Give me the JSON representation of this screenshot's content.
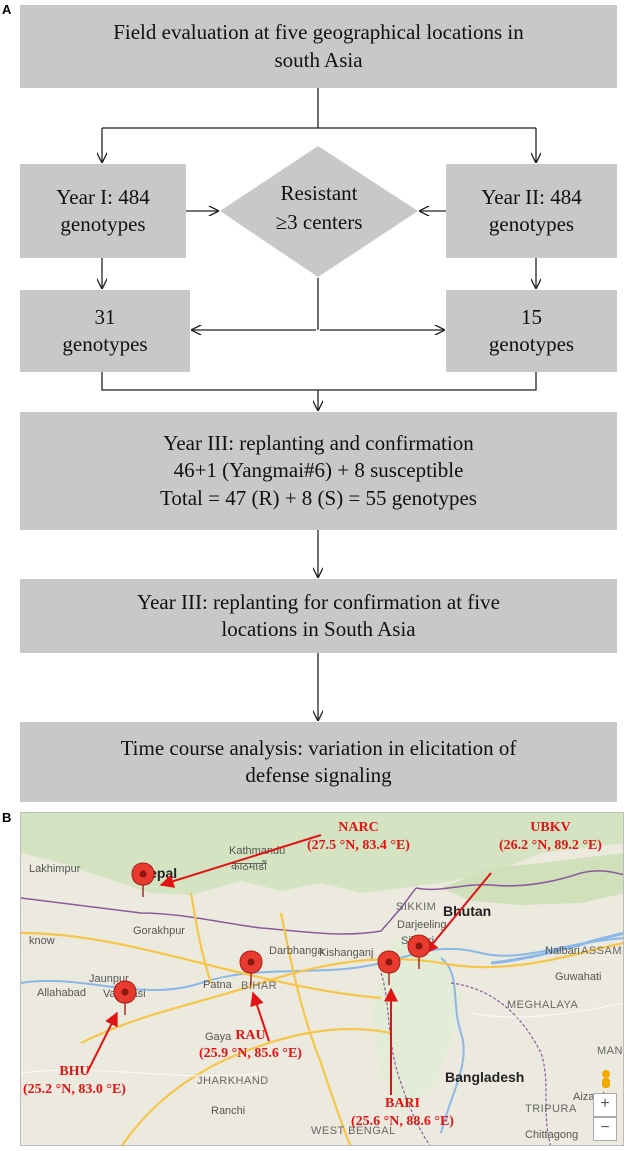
{
  "panel_a_label": "A",
  "panel_b_label": "B",
  "flow": {
    "top_box": [
      "Field evaluation at five geographical  locations in",
      "south Asia"
    ],
    "year1_box": [
      "Year I: 484",
      "genotypes"
    ],
    "year2_box": [
      "Year II: 484",
      "genotypes"
    ],
    "diamond": [
      "Resistant",
      "≥3 centers"
    ],
    "g31_box": [
      "31",
      "genotypes"
    ],
    "g15_box": [
      "15",
      "genotypes"
    ],
    "confirm_box": [
      "Year III:  replanting and confirmation",
      "46+1 (Yangmai#6)  + 8 susceptible",
      "Total = 47 (R) + 8 (S) = 55 genotypes"
    ],
    "replant_box": [
      "Year III:  replanting  for confirmation at five",
      "locations in South Asia"
    ],
    "time_box": [
      "Time course analysis:  variation in elicitation of",
      "defense  signaling"
    ]
  },
  "map": {
    "place_labels": {
      "lakhimpur": "Lakhimpur",
      "nepal": "Nepal",
      "kathmandu": "Kathmandu",
      "kathmandu_local": "काठमाडौं",
      "gorakhpur": "Gorakhpur",
      "lucknow": "know",
      "jaunpur": "Jaunpur",
      "allahabad": "Allahabad",
      "varanasi": "Varanasi",
      "patna": "Patna",
      "bihar": "BIHAR",
      "darbhanga": "Darbhanga",
      "kishanganj": "Kishanganj",
      "gaya": "Gaya",
      "jharkhand": "JHARKHAND",
      "ranchi": "Ranchi",
      "west_bengal": "WEST BENGAL",
      "sikkim": "SIKKIM",
      "darjeeling": "Darjeeling",
      "siliguri": "Siliguri",
      "bhutan": "Bhutan",
      "nalbari": "Nalbari",
      "assam": "ASSAM",
      "guwahati": "Guwahati",
      "meghalaya": "MEGHALAYA",
      "bangladesh": "Bangladesh",
      "tripura": "TRIPURA",
      "aizawl": "Aizawl",
      "chittagong": "Chittagong",
      "man": "MAN"
    },
    "sites": {
      "narc": [
        "NARC",
        "(27.5 °N, 83.4 °E)"
      ],
      "ubkv": [
        "UBKV",
        "(26.2 °N, 89.2 °E)"
      ],
      "rau": [
        "RAU",
        "(25.9 °N, 85.6 °E)"
      ],
      "bhu": [
        "BHU",
        "(25.2 °N, 83.0 °E)"
      ],
      "bari": [
        "BARI",
        "(25.6 °N, 88.6 °E)"
      ]
    },
    "zoom_in": "+",
    "zoom_out": "−",
    "colors": {
      "marker": "#e83a2e",
      "annotation": "#e01414",
      "road": "#f6c64a",
      "border": "#8a5a9a",
      "water": "#8bb8e8"
    }
  }
}
